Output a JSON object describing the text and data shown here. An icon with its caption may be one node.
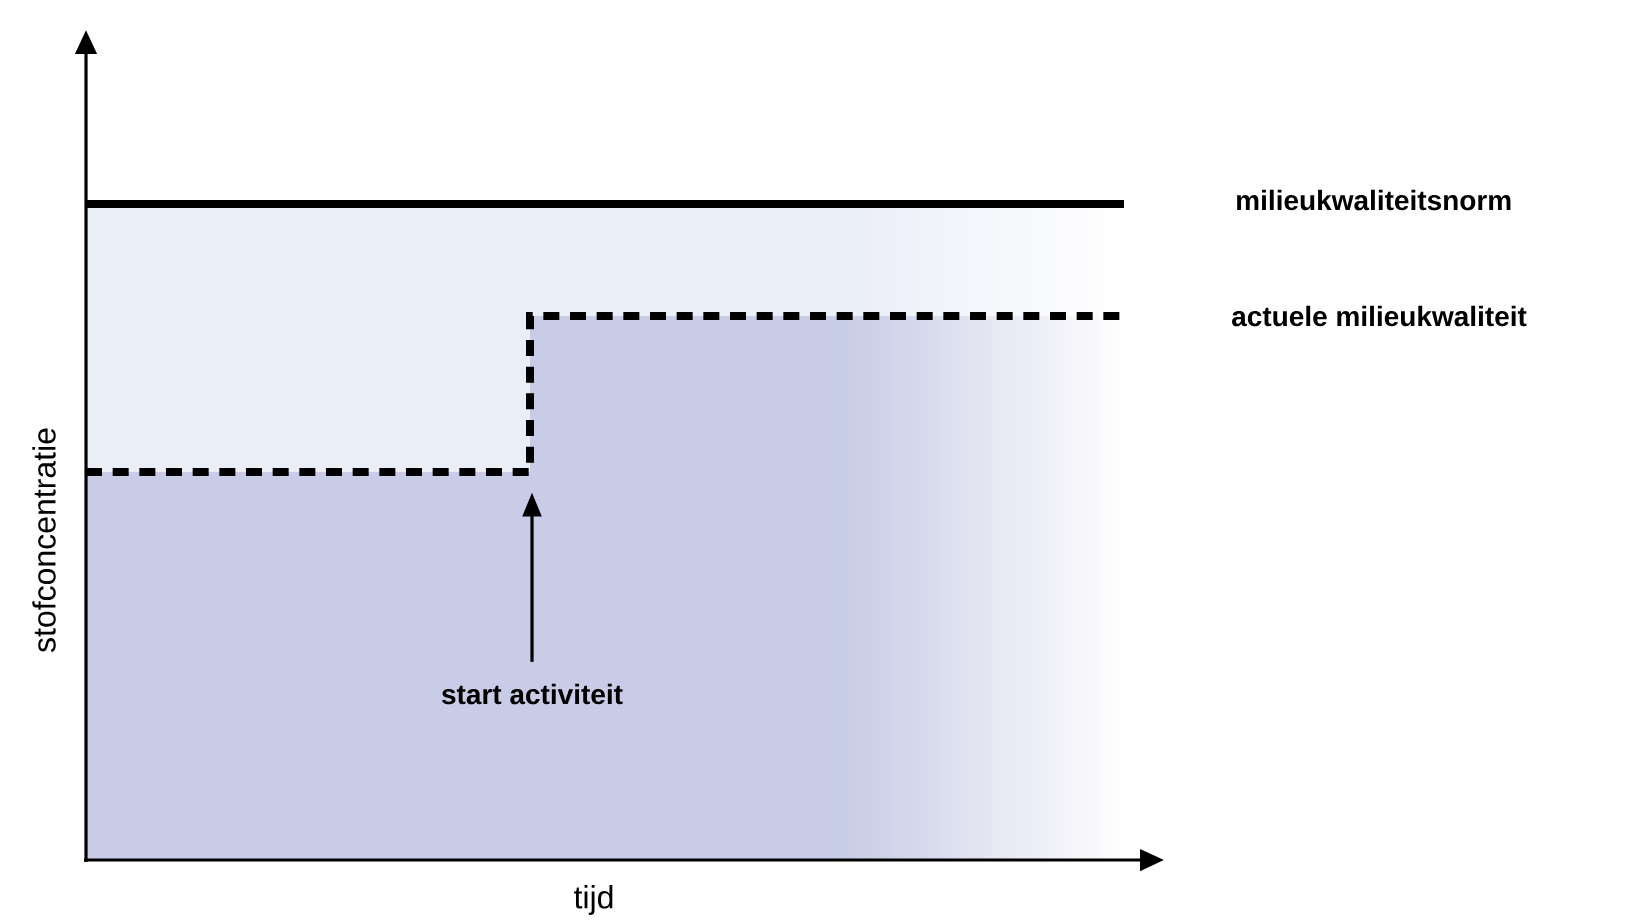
{
  "diagram": {
    "nodes": [
      {
        "text": [
          "start activiteit"
        ]
      },
      {
        "text": [],
        "shape": "line"
      }
    ],
    "edges": [
      {
        "from": 0,
        "to": 1,
        "arrow": "to"
      }
    ],
    "labels": [
      "milieukwaliteitsnorm",
      "actuele milieukwaliteit",
      "stofconcentratie",
      "tijd"
    ]
  }
}
